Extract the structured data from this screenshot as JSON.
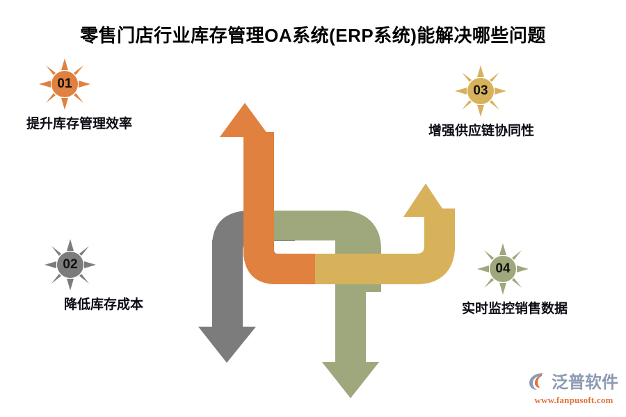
{
  "page": {
    "title": "零售门店行业库存管理OA系统(ERP系统)能解决哪些问题",
    "background": "#ffffff"
  },
  "callouts": [
    {
      "number": "01",
      "label": "提升库存管理效率",
      "color": "#E0813F",
      "badge_icon": "sunburst-icon"
    },
    {
      "number": "02",
      "label": "降低库存成本",
      "color": "#7C7C7C",
      "badge_icon": "sunburst-icon"
    },
    {
      "number": "03",
      "label": "增强供应链协同性",
      "color": "#D7B25B",
      "badge_icon": "sunburst-icon"
    },
    {
      "number": "04",
      "label": "实时监控销售数据",
      "color": "#9EA87C",
      "badge_icon": "sunburst-icon"
    }
  ],
  "diagram": {
    "type": "interlocking-ribbon-arrows",
    "arrows": [
      {
        "name": "orange-arrow",
        "color": "#E0813F",
        "direction": "up",
        "linked_callout": "01"
      },
      {
        "name": "gray-arrow",
        "color": "#7C7C7C",
        "direction": "down",
        "linked_callout": "02"
      },
      {
        "name": "gold-arrow",
        "color": "#D7B25B",
        "direction": "up",
        "linked_callout": "03"
      },
      {
        "name": "sage-green-arrow",
        "color": "#9EA87C",
        "direction": "down",
        "linked_callout": "04"
      }
    ]
  },
  "brand": {
    "name": "泛普软件",
    "url": "www.fanpusoft.com",
    "mark_color": "#8d9ab3",
    "accent_color": "#e2703a"
  }
}
